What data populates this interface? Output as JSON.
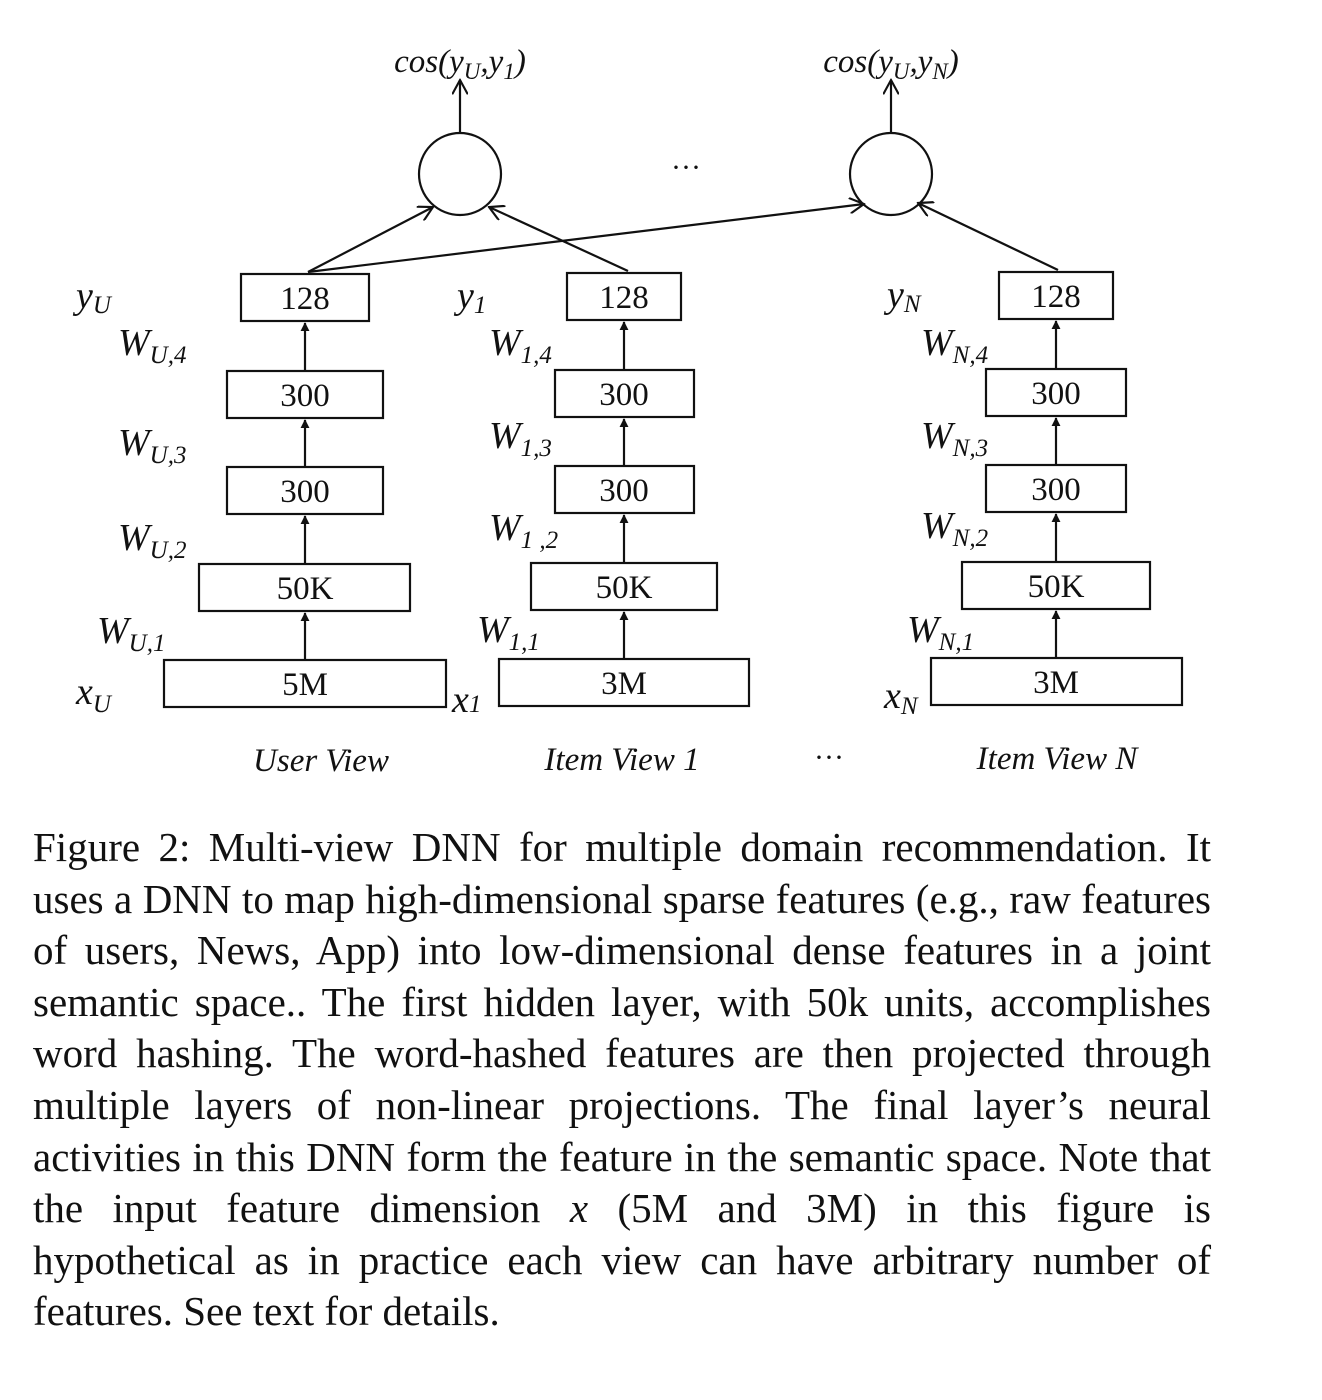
{
  "cosine_outputs": [
    {
      "fn": "cos(",
      "a": "y",
      "a_sub": "U",
      "sep": ",",
      "b": "y",
      "b_sub": "1",
      "close": ")"
    },
    {
      "fn": "cos(",
      "a": "y",
      "a_sub": "U",
      "sep": ",",
      "b": "y",
      "b_sub": "N",
      "close": ")"
    }
  ],
  "ellipsis_top": "···",
  "ellipsis_bottom": "···",
  "views": [
    {
      "name": "User View",
      "x_label": "x",
      "x_sub": "U",
      "y_label": "y",
      "y_sub": "U",
      "layers": [
        "5M",
        "50K",
        "300",
        "300",
        "128"
      ],
      "weights": [
        {
          "w": "W",
          "sub": "U,1"
        },
        {
          "w": "W",
          "sub": "U,2"
        },
        {
          "w": "W",
          "sub": "U,3"
        },
        {
          "w": "W",
          "sub": "U,4"
        }
      ]
    },
    {
      "name": "Item View 1",
      "x_label": "x",
      "x_sub": "1",
      "y_label": "y",
      "y_sub": "1",
      "layers": [
        "3M",
        "50K",
        "300",
        "300",
        "128"
      ],
      "weights": [
        {
          "w": "W",
          "sub": "1,1"
        },
        {
          "w": "W",
          "sub": "1 ,2"
        },
        {
          "w": "W",
          "sub": "1,3"
        },
        {
          "w": "W",
          "sub": "1,4"
        }
      ]
    },
    {
      "name": "Item View N",
      "x_label": "x",
      "x_sub": "N",
      "y_label": "y",
      "y_sub": "N",
      "layers": [
        "3M",
        "50K",
        "300",
        "300",
        "128"
      ],
      "weights": [
        {
          "w": "W",
          "sub": "N,1"
        },
        {
          "w": "W",
          "sub": "N,2"
        },
        {
          "w": "W",
          "sub": "N,3"
        },
        {
          "w": "W",
          "sub": "N,4"
        }
      ]
    }
  ],
  "caption": {
    "lead": "Figure 2: Multi-view DNN for multiple domain recommendation. It uses a DNN to map high-dimensional sparse features (e.g., raw features of users, News, App) into low-dimensional dense features in a joint semantic space.. The first hidden layer, with 50k units, accomplishes word hashing. The word-hashed features are then projected through multiple layers of non-linear projections. The final layer’s neural activities in this DNN form the feature in the semantic space. Note that the input feature dimension ",
    "math_var": "x",
    "tail": " (5M and 3M) in this figure is hypothetical as in practice each view can have arbitrary number of features. See text for details."
  }
}
